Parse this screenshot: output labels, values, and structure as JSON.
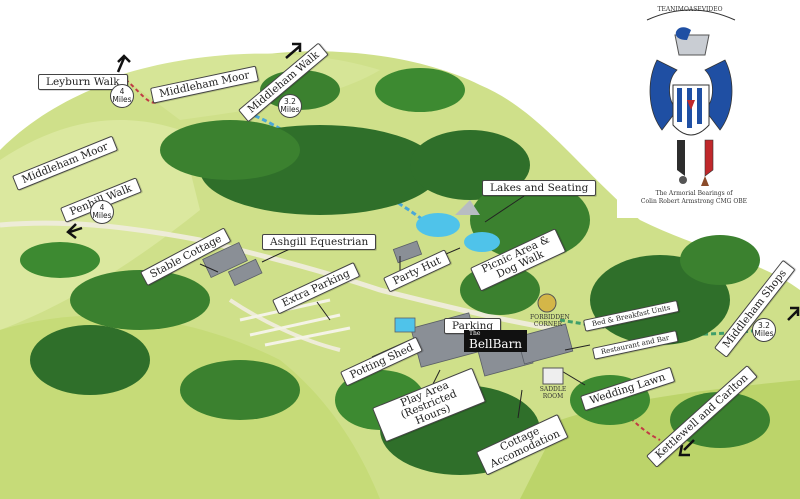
{
  "map": {
    "labels": {
      "leyburn_walk": "Leyburn Walk",
      "middleham_moor_top": "Middleham Moor",
      "middleham_walk": "Middleham Walk",
      "middleham_moor_left": "Middleham Moor",
      "penhill_walk": "Penhill Walk",
      "stable_cottage": "Stable Cottage",
      "ashgill_equestrian": "Ashgill Equestrian",
      "party_hut": "Party Hut",
      "lakes_and_seating": "Lakes and Seating",
      "picnic_area": "Picnic Area & Dog Walk",
      "extra_parking": "Extra Parking",
      "parking": "Parking",
      "potting_shed": "Potting Shed",
      "play_area": "Play Area (Restricted Hours)",
      "cottage_accomodation": "Cottage Accomodation",
      "wedding_lawn": "Wedding Lawn",
      "restaurant_and_bar": "Restaurant and Bar",
      "bed_and_breakfast": "Bed & Breakfast Units",
      "middleham_shops": "Middleham Shops",
      "kettlewell_and_carlton": "Kettlewell and Carlton"
    },
    "distances": {
      "leyburn": "4 Miles",
      "middleham_walk": "3.2 Miles",
      "penhill": "4 Miles",
      "middleham_shops": "3.2 Miles"
    },
    "signs": {
      "bellbarn_prefix": "The",
      "bellbarn": "BellBarn",
      "forbidden_corner": "FORBIDDEN CORNER",
      "saddle_room": "SADDLE ROOM"
    }
  },
  "crest": {
    "motto": "TEANIMOASEVIDEO",
    "caption_line1": "The Armorial Bearings of",
    "caption_line2": "Colin Robert Armstrong CMG OBE"
  },
  "colors": {
    "grass_light": "#d8e59b",
    "grass": "#bcd46a",
    "grass_dark": "#9fc04a",
    "tree_dark": "#2e6d2a",
    "tree_mid": "#4d9a36",
    "water": "#4fc3ea",
    "path": "#e9e7d2",
    "building": "#8a8f96",
    "crest_blue": "#1f4fa3",
    "crest_red": "#c0282b"
  }
}
